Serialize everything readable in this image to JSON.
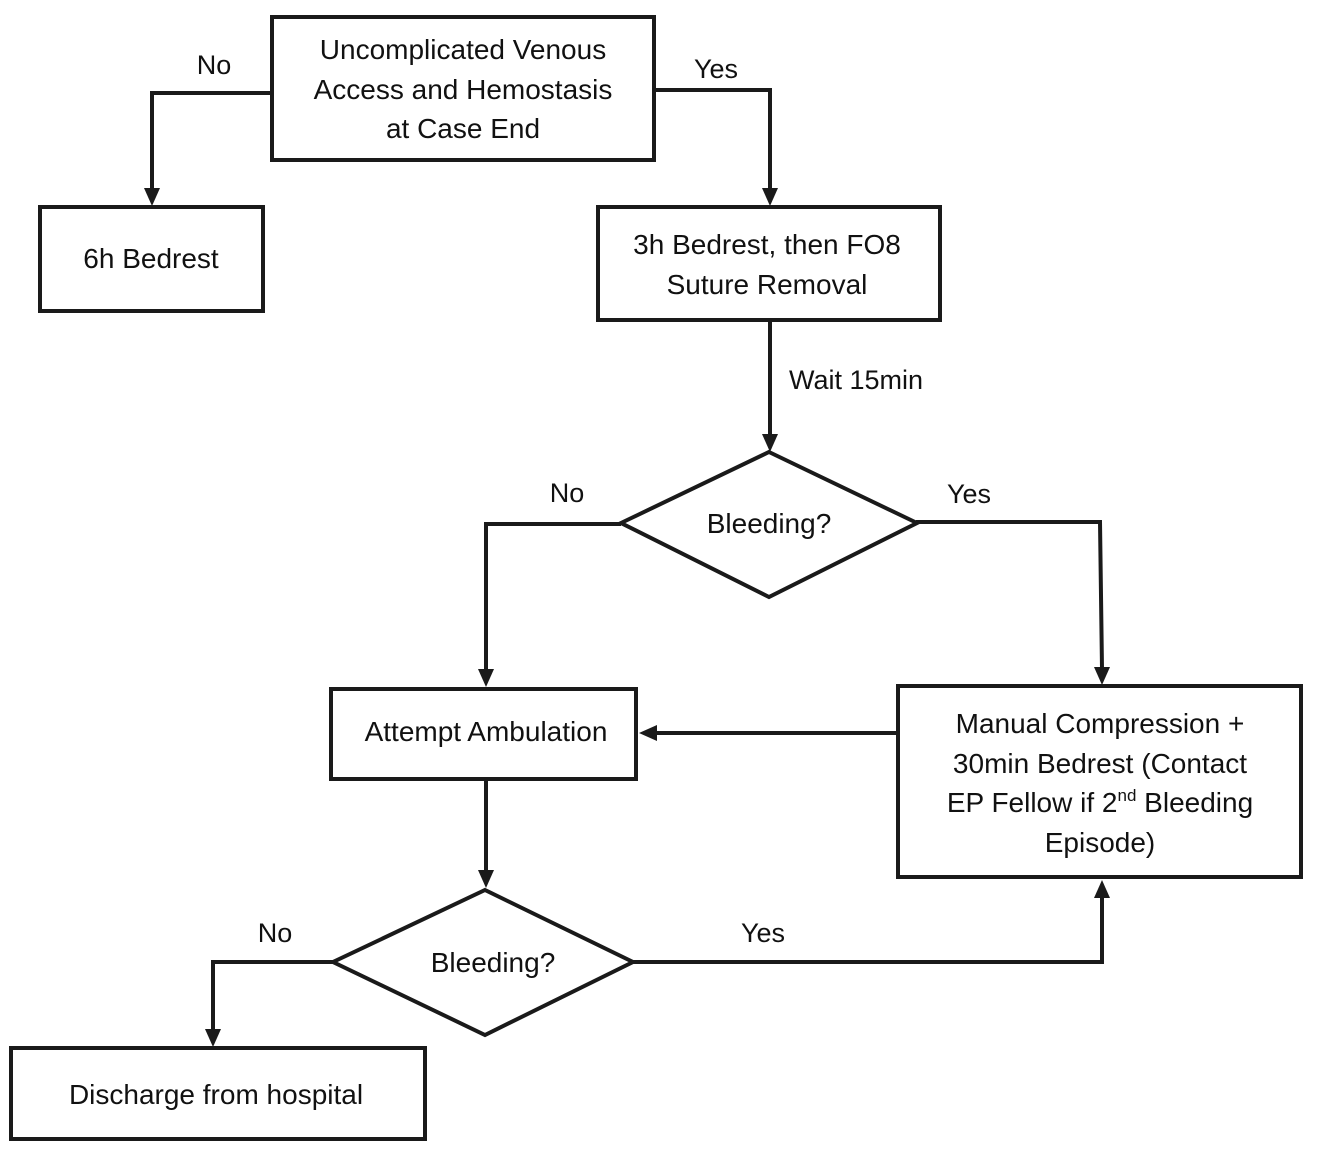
{
  "nodes": {
    "start": {
      "lines": [
        "Uncomplicated Venous",
        "Access and Hemostasis",
        "at Case End"
      ]
    },
    "bedrest6": {
      "lines": [
        "6h Bedrest"
      ]
    },
    "bedrest3": {
      "lines": [
        "3h Bedrest, then FO8",
        "Suture Removal"
      ]
    },
    "bleeding1": {
      "label": "Bleeding?"
    },
    "ambulation": {
      "label": "Attempt Ambulation"
    },
    "compression": {
      "line1": "Manual Compression +",
      "line2": "30min Bedrest (Contact",
      "line3_pre": "EP Fellow if 2",
      "line3_sup": "nd",
      "line3_post": " Bleeding",
      "line4": "Episode)"
    },
    "bleeding2": {
      "label": "Bleeding?"
    },
    "discharge": {
      "label": "Discharge from hospital"
    }
  },
  "edges": {
    "start_no": "No",
    "start_yes": "Yes",
    "wait": "Wait 15min",
    "bleeding1_no": "No",
    "bleeding1_yes": "Yes",
    "bleeding2_no": "No",
    "bleeding2_yes": "Yes"
  }
}
